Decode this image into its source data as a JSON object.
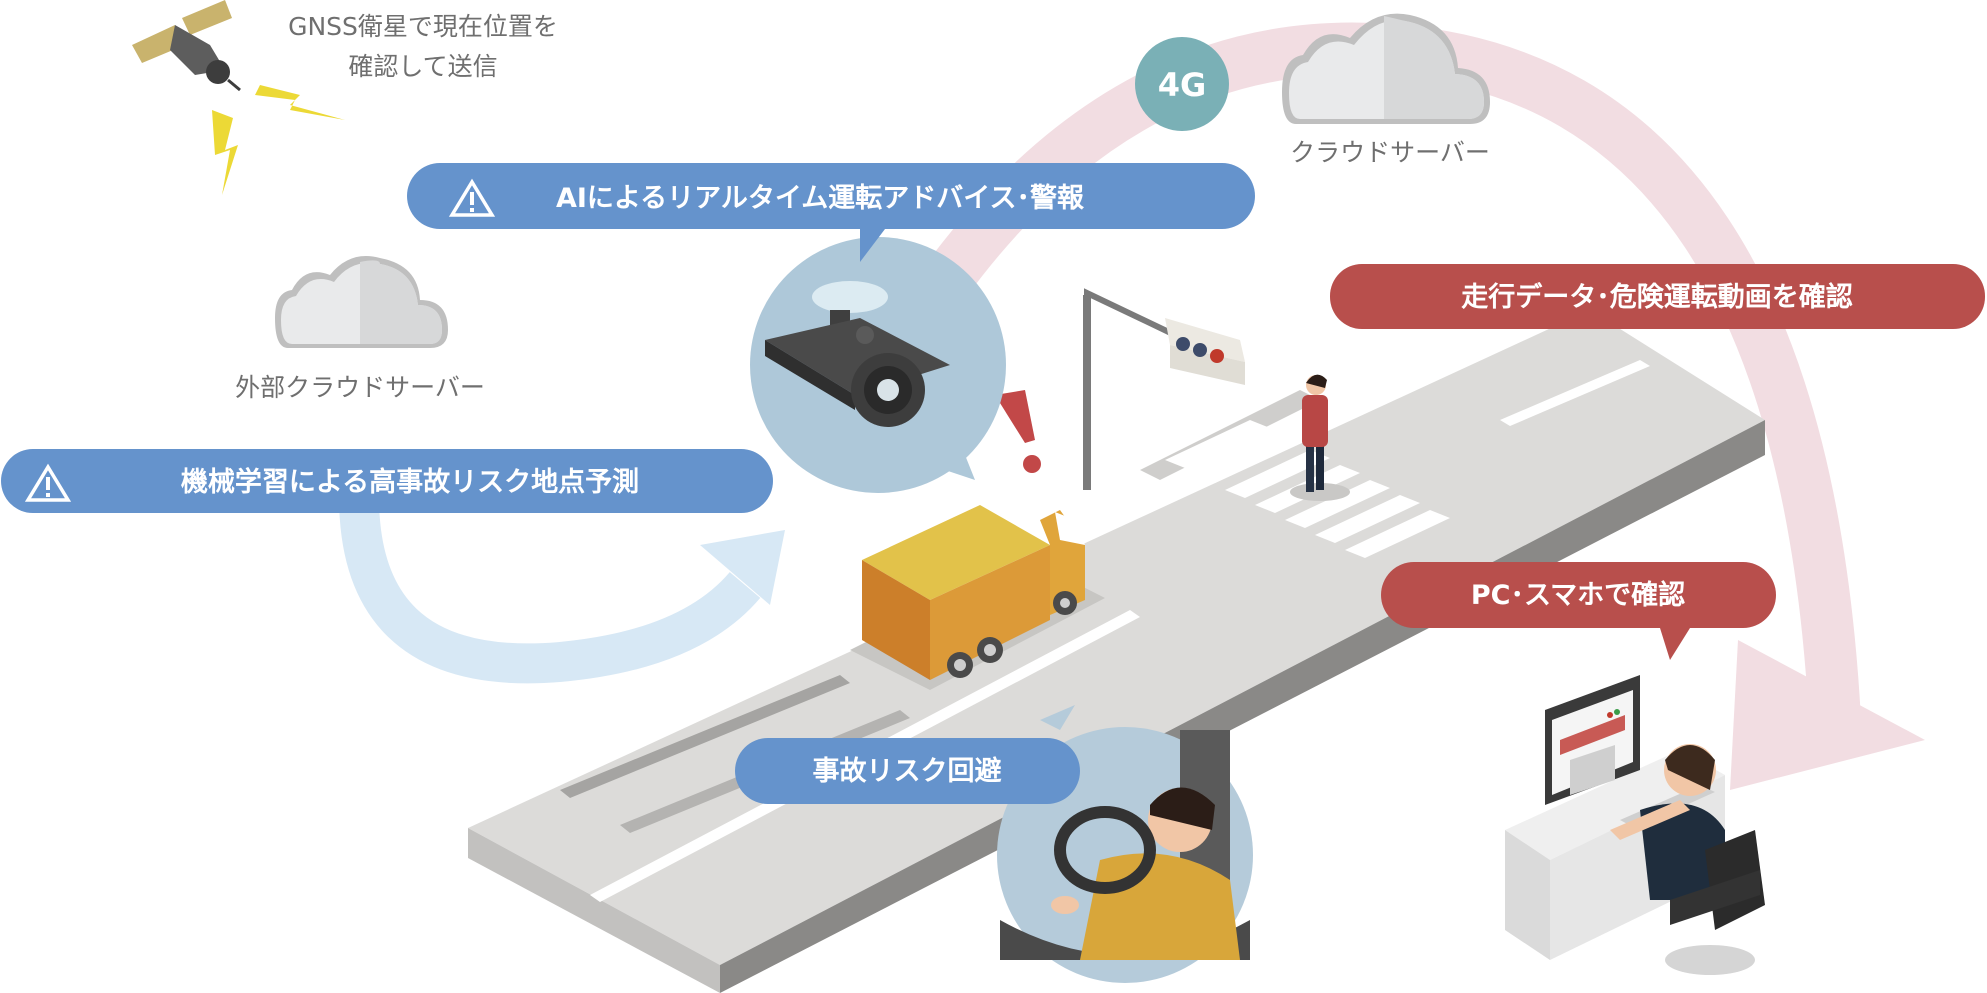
{
  "labels": {
    "gnss_line1": "GNSS衛星で現在位置を",
    "gnss_line2": "確認して送信",
    "external_cloud": "外部クラウドサーバー",
    "cloud_server": "クラウドサーバー",
    "network": "4G"
  },
  "callouts": {
    "ai_advice": "AIによるリアルタイム運転アドバイス･警報",
    "ml_prediction": "機械学習による高事故リスク地点予測",
    "driving_data": "走行データ･危険運転動画を確認",
    "pc_phone": "PC･スマホで確認",
    "accident_avoid": "事故リスク回避"
  },
  "colors": {
    "blue_pill": "#6593cc",
    "red_pill": "#b84f4c",
    "cloud_badge": "#7ab0b6",
    "pink_arrow": "#f2dde2",
    "light_blue_arrow": "#d7e8f5",
    "truck": "#e5a22e",
    "road": "#d9d9d9"
  }
}
